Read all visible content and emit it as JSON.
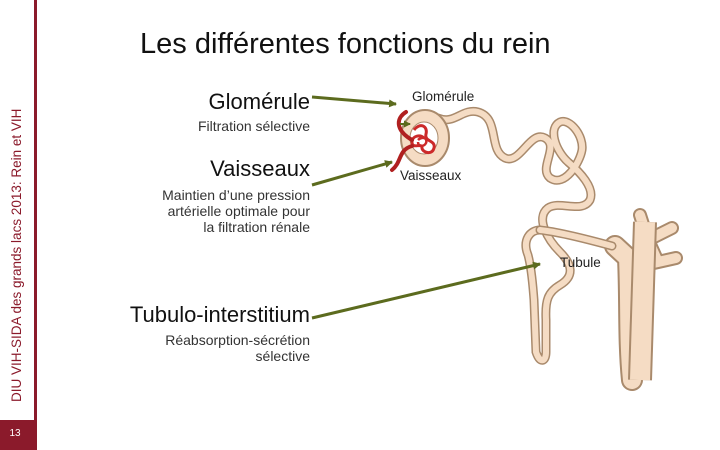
{
  "slide": {
    "sidebar_text": "DIU VIH-SIDA des grands lacs 2013: Rein et VIH",
    "page_number": "13",
    "title": "Les différentes fonctions du rein"
  },
  "functions": [
    {
      "name": "Glomérule",
      "description": "Filtration sélective"
    },
    {
      "name": "Vaisseaux",
      "description_lines": [
        "Maintien d’une pression",
        "artérielle optimale pour",
        "la filtration rénale"
      ]
    },
    {
      "name": "Tubulo-interstitium",
      "description_lines": [
        "Réabsorption-sécrétion",
        "sélective"
      ]
    }
  ],
  "diagram_labels": {
    "glomerule": "Glomérule",
    "vaisseaux": "Vaisseaux",
    "tubule": "Tubule"
  },
  "colors": {
    "brand": "#8b1a2b",
    "arrow": "#5c6b1e",
    "tubule_fill": "#f5dcc4",
    "tubule_stroke": "#a98a6c",
    "vessel": "#cc2a2a"
  }
}
